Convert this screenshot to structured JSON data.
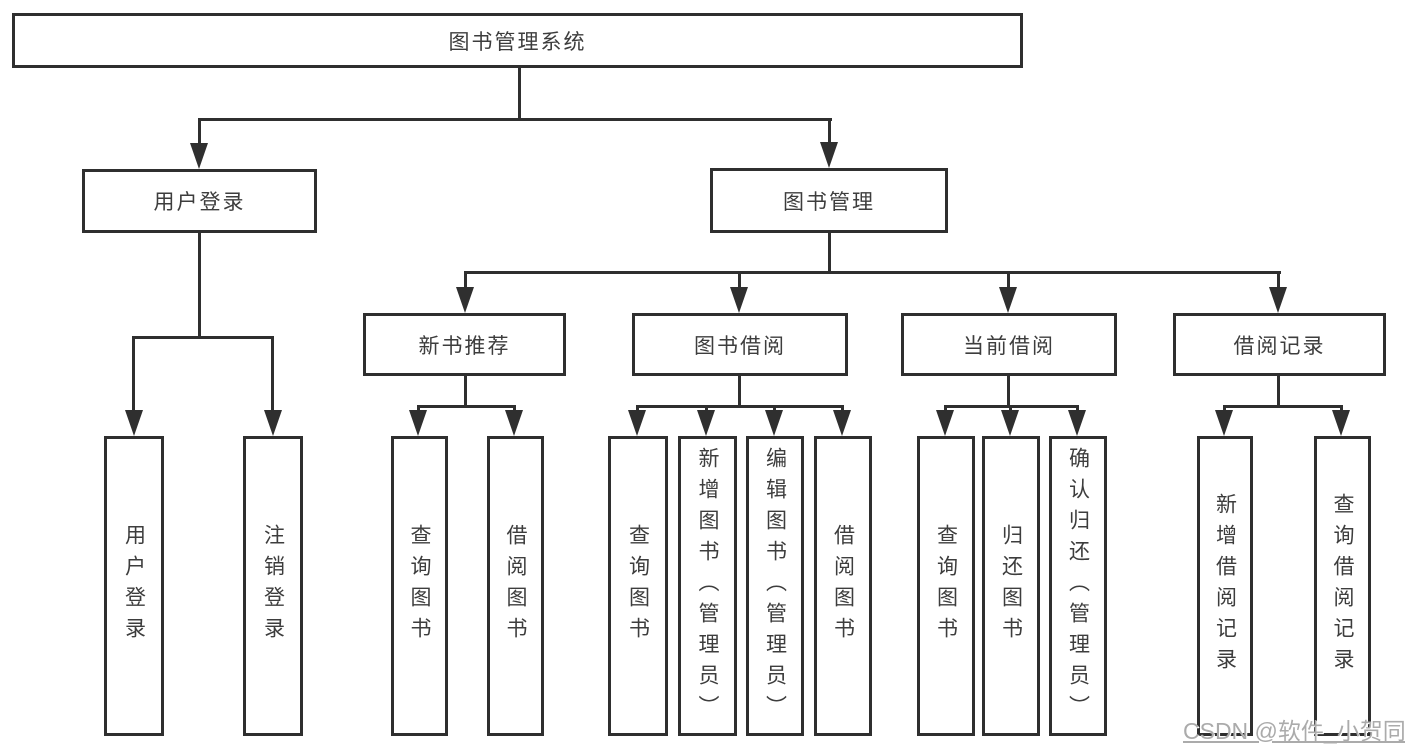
{
  "diagram_title": "图书管理系统",
  "tree": {
    "label": "图书管理系统",
    "children": [
      {
        "label": "用户登录",
        "children": [
          {
            "label": "用户登录"
          },
          {
            "label": "注销登录"
          }
        ]
      },
      {
        "label": "图书管理",
        "children": [
          {
            "label": "新书推荐",
            "children": [
              {
                "label": "查询图书"
              },
              {
                "label": "借阅图书"
              }
            ]
          },
          {
            "label": "图书借阅",
            "children": [
              {
                "label": "查询图书"
              },
              {
                "label": "新增图书（管理员）"
              },
              {
                "label": "编辑图书（管理员）"
              },
              {
                "label": "借阅图书"
              }
            ]
          },
          {
            "label": "当前借阅",
            "children": [
              {
                "label": "查询图书"
              },
              {
                "label": "归还图书"
              },
              {
                "label": "确认归还（管理员）"
              }
            ]
          },
          {
            "label": "借阅记录",
            "children": [
              {
                "label": "新增借阅记录"
              },
              {
                "label": "查询借阅记录"
              }
            ]
          }
        ]
      }
    ]
  },
  "watermark": {
    "text": "CSDN @软件_小贺同学"
  },
  "colors": {
    "line": "#2f2f2f",
    "text": "#3d3d3d",
    "background": "#ffffff",
    "watermark": "#ababab"
  }
}
